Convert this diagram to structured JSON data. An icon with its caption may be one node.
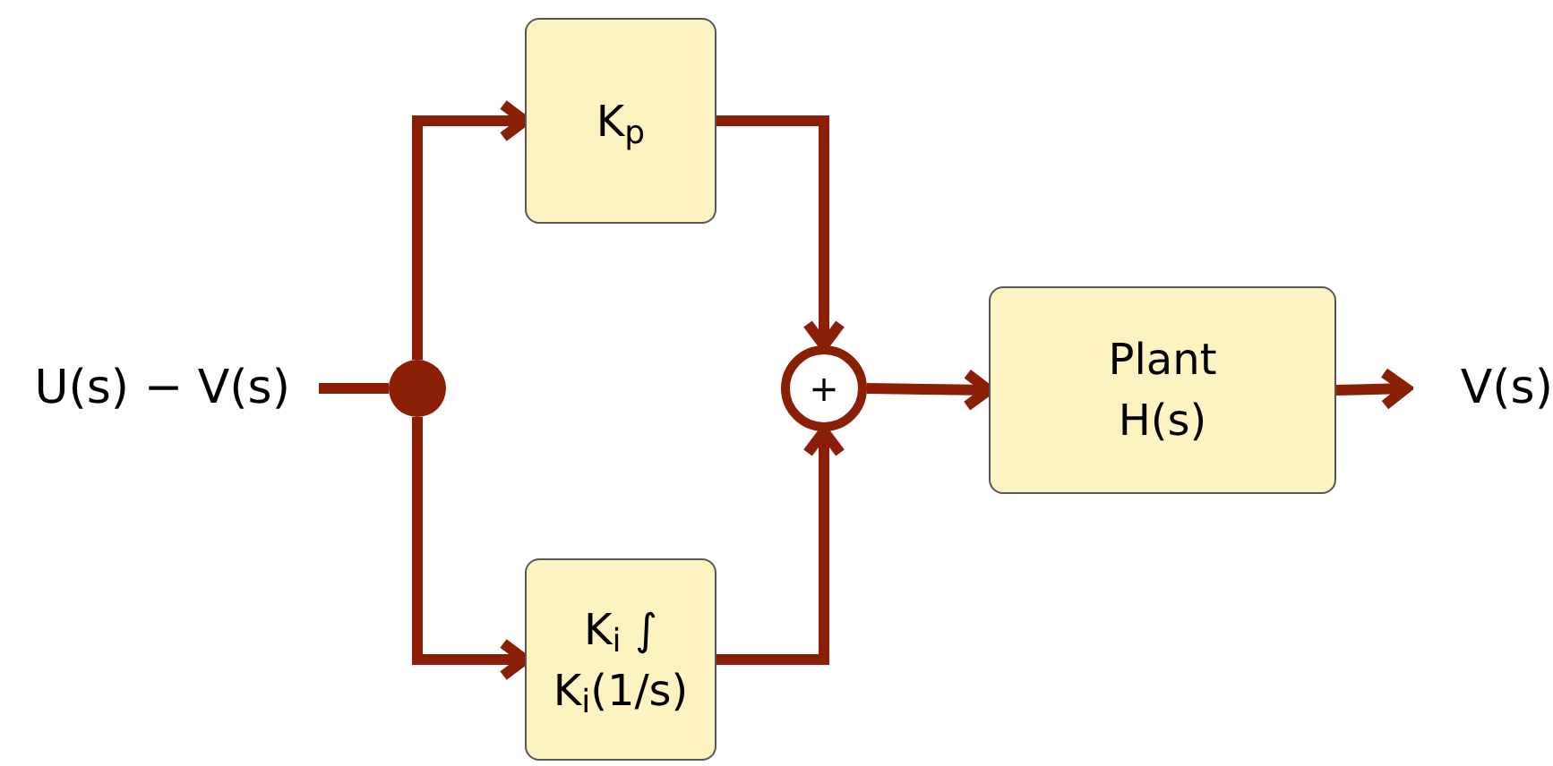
{
  "diagram": {
    "nodes": [
      {
        "text": [
          "U(s) − V(s)"
        ]
      },
      {
        "text": [],
        "shape": "circle"
      },
      {
        "text": [
          "K$_{p}$"
        ]
      },
      {
        "text": [
          "K$_{i}$ ∫",
          "K$_{i}$(1/s)"
        ]
      },
      {
        "text": [
          "+"
        ]
      },
      {
        "text": [
          "Plant",
          "H(s)"
        ]
      },
      {
        "text": [
          "V(s)"
        ]
      }
    ],
    "edges": [
      {
        "from": 0,
        "to": 1,
        "arrow": "none"
      },
      {
        "from": 1,
        "to": 2,
        "arrow": "to"
      },
      {
        "from": 1,
        "to": 3,
        "arrow": "to"
      },
      {
        "from": 2,
        "to": 4,
        "arrow": "to"
      },
      {
        "from": 3,
        "to": 4,
        "arrow": "to"
      },
      {
        "from": 4,
        "to": 5,
        "arrow": "to"
      },
      {
        "from": 5,
        "to": 6,
        "arrow": "to"
      }
    ]
  }
}
